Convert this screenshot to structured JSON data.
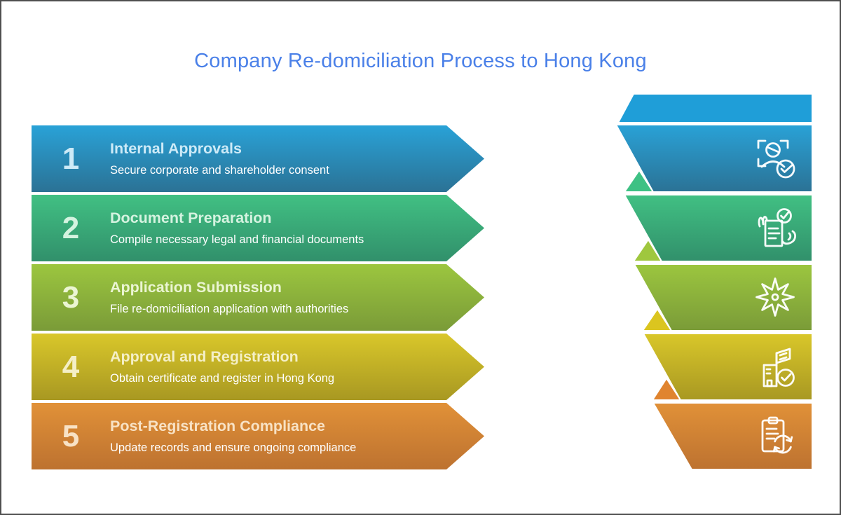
{
  "title": {
    "text": "Company Re-domiciliation Process to Hong Kong",
    "color": "#4a80e8"
  },
  "steps": [
    {
      "number": "1",
      "title": "Internal Approvals",
      "description": "Secure corporate and shareholder consent",
      "icon": "user-scan-check-icon",
      "colors": {
        "top": "#29a2d7",
        "bottom": "#2b7295",
        "accent": "#cdeaf7",
        "fold": ""
      }
    },
    {
      "number": "2",
      "title": "Document Preparation",
      "description": "Compile necessary legal and financial documents",
      "icon": "document-hands-check-icon",
      "colors": {
        "top": "#41c083",
        "bottom": "#31906b",
        "accent": "#d5f3e0",
        "fold": "#3ec184"
      }
    },
    {
      "number": "3",
      "title": "Application Submission",
      "description": "File re-domiciliation application with authorities",
      "icon": "star-compass-icon",
      "colors": {
        "top": "#9cc63f",
        "bottom": "#7a9b38",
        "accent": "#ebf5d3",
        "fold": "#9fc73e"
      }
    },
    {
      "number": "4",
      "title": "Approval and Registration",
      "description": "Obtain certificate and register in Hong Kong",
      "icon": "building-flag-check-icon",
      "colors": {
        "top": "#d9c72a",
        "bottom": "#a89822",
        "accent": "#f4efc6",
        "fold": "#dbc51f"
      }
    },
    {
      "number": "5",
      "title": "Post-Registration Compliance",
      "description": "Update records and ensure ongoing compliance",
      "icon": "clipboard-sync-icon",
      "colors": {
        "top": "#e19138",
        "bottom": "#bd7230",
        "accent": "#f8e2c5",
        "fold": "#e0842f"
      }
    }
  ],
  "funnel": {
    "header_color": "#1f9ed8"
  }
}
